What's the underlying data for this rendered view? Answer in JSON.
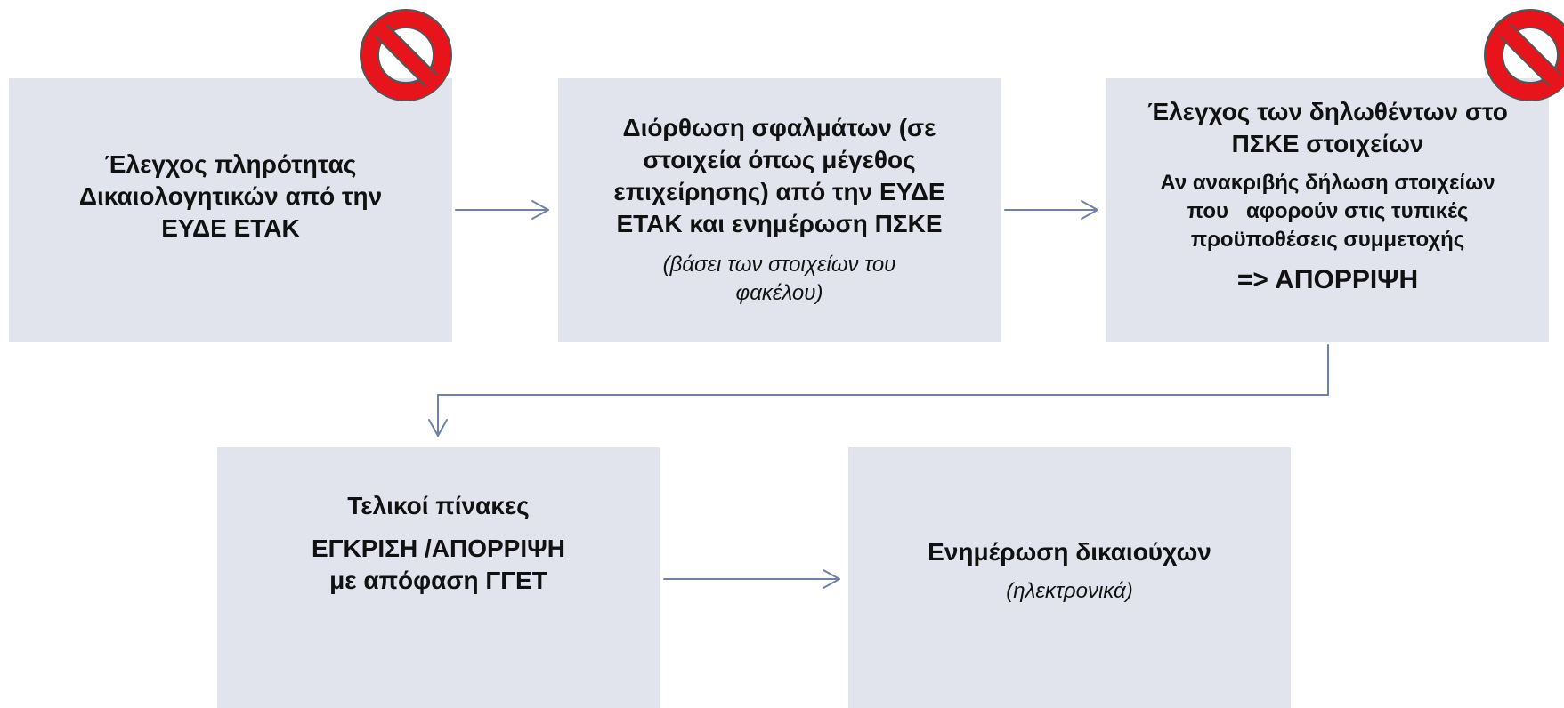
{
  "boxes": {
    "b1": {
      "title": "Έλεγχος πληρότητας Δικαιολογητικών από την ΕΥΔΕ ΕΤΑΚ"
    },
    "b2": {
      "title": "Διόρθωση σφαλμάτων (σε στοιχεία όπως μέγεθος επιχείρησης) από την ΕΥΔΕ ΕΤΑΚ και ενημέρωση ΠΣΚΕ",
      "note": "(βάσει των στοιχείων του φακέλου)"
    },
    "b3": {
      "title": "Έλεγχος των δηλωθέντων στο ΠΣΚΕ στοιχείων",
      "body": "Αν ανακριβής δήλωση στοιχείων που   αφορούν στις τυπικές προϋποθέσεις συμμετοχής",
      "result": "=> ΑΠΟΡΡΙΨΗ"
    },
    "b4": {
      "title": "Τελικοί πίνακες",
      "decision": "ΕΓΚΡΙΣΗ /ΑΠΟΡΡΙΨΗ",
      "authority": "με απόφαση ΓΓΕΤ"
    },
    "b5": {
      "title": "Ενημέρωση δικαιούχων",
      "note": "(ηλεκτρονικά)"
    }
  },
  "colors": {
    "box_fill": "#e1e4ec",
    "arrow": "#7080a8",
    "prohibited_red": "#e8141c"
  }
}
